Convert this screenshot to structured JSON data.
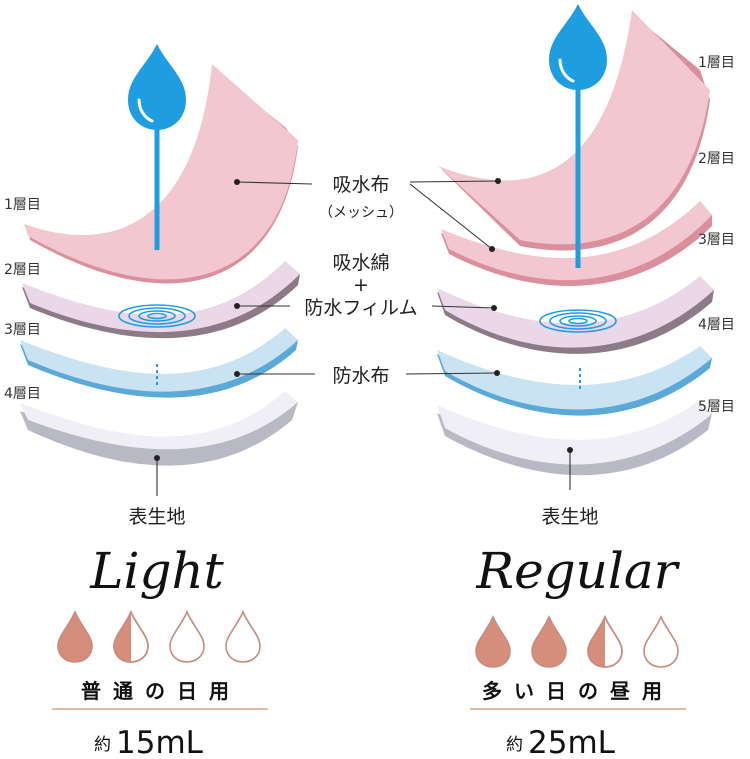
{
  "colors": {
    "pink": "#f2c7cf",
    "pink_edge": "#d9909c",
    "lavender": "#ead7e8",
    "lavender_edge": "#8c7a86",
    "blue": "#c9e3f3",
    "blue_edge": "#5ba9d6",
    "grey": "#efeff5",
    "grey_edge": "#b9b9c6",
    "drop": "#1e9ee0",
    "drop_full": "#d58d7c",
    "drop_outline": "#c98a7d",
    "divider": "#e3b7aa"
  },
  "callouts": {
    "absorbent_cloth": "吸水布",
    "mesh": "（メッシュ）",
    "absorbent_cotton": "吸水綿",
    "plus": "+",
    "waterproof_film": "防水フィルム",
    "waterproof_cloth": "防水布"
  },
  "light": {
    "layers": [
      "1層目",
      "2層目",
      "3層目",
      "4層目"
    ],
    "surface": "表生地",
    "name": "Light",
    "drops": [
      1,
      0.5,
      0,
      0
    ],
    "usage": "普通の日用",
    "amount_prefix": "約",
    "amount": "15mL"
  },
  "regular": {
    "layers": [
      "1層目",
      "2層目",
      "3層目",
      "4層目",
      "5層目"
    ],
    "surface": "表生地",
    "name": "Regular",
    "drops": [
      1,
      1,
      0.5,
      0
    ],
    "usage": "多い日の昼用",
    "amount_prefix": "約",
    "amount": "25mL"
  }
}
